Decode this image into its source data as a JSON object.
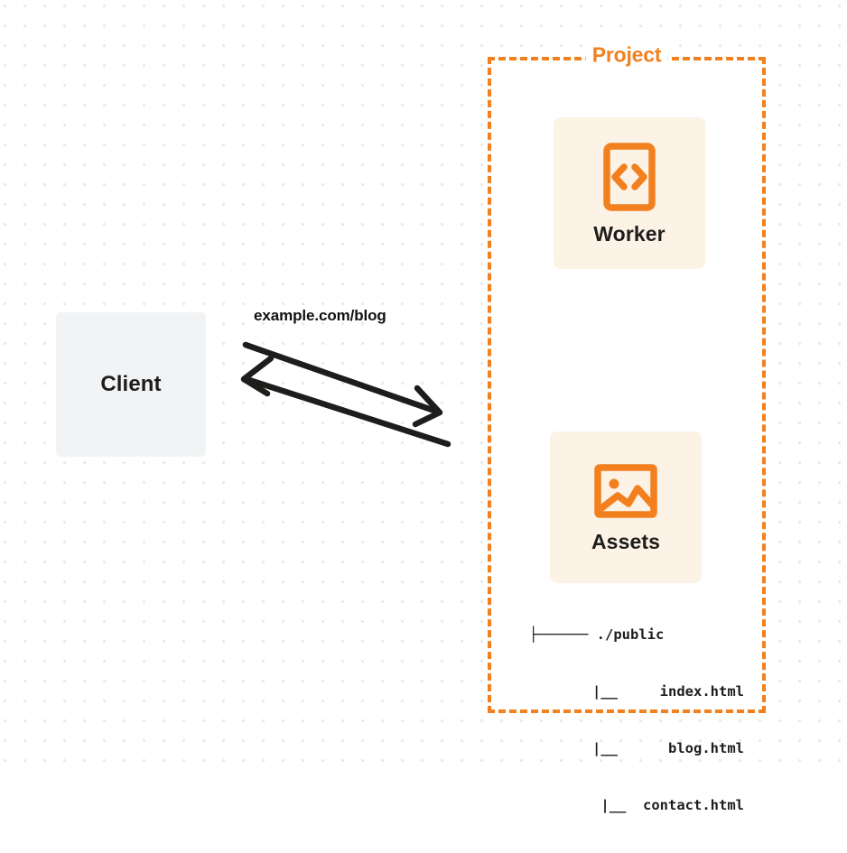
{
  "diagram": {
    "title": "Worker with static assets request flow",
    "background": {
      "grid": "dot-grid",
      "dot_color": "#e9eaec",
      "page_color": "#ffffff"
    },
    "colors": {
      "accent_orange": "#f2801e",
      "card_fill": "#fdf2e6",
      "client_fill": "#f2f3f5",
      "text_dark": "#1d1d1b"
    }
  },
  "client": {
    "label": "Client"
  },
  "edge": {
    "label": "example.com/blog",
    "request_direction": "client-to-project",
    "response_direction": "project-to-client"
  },
  "project": {
    "title": "Project",
    "services": [
      {
        "name": "Worker",
        "icon": "code-brackets-icon"
      },
      {
        "name": "Assets",
        "icon": "image-icon"
      }
    ],
    "file_tree": {
      "root": "├────── ./public",
      "children": [
        "|__     index.html",
        "|__      blog.html",
        "|__  contact.html"
      ]
    }
  }
}
